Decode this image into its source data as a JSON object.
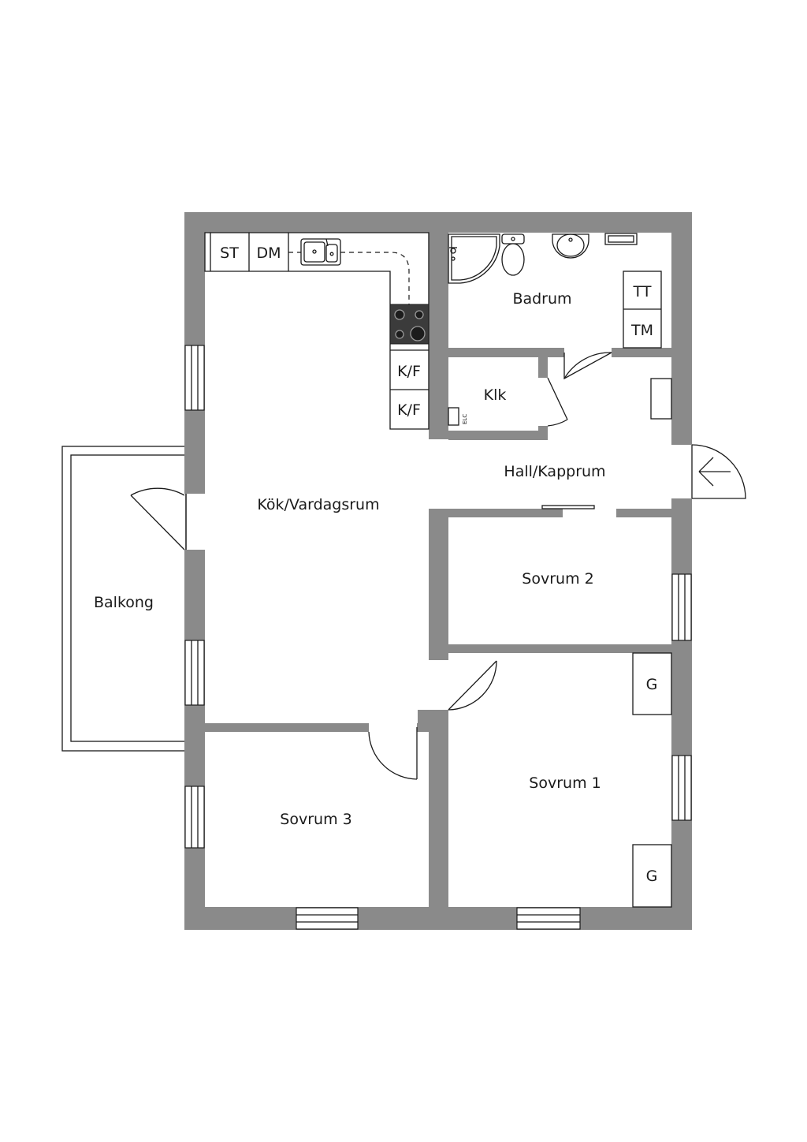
{
  "rooms": {
    "kitchen_living": "Kök/Vardagsrum",
    "bathroom": "Badrum",
    "closet": "Klk",
    "hall": "Hall/Kapprum",
    "bedroom_1": "Sovrum 1",
    "bedroom_2": "Sovrum 2",
    "bedroom_3": "Sovrum 3",
    "balcony": "Balkong"
  },
  "fixtures": {
    "stove": "ST",
    "dishwasher": "DM",
    "fridge_freezer_1": "K/F",
    "fridge_freezer_2": "K/F",
    "tumble_dryer": "TT",
    "washing_machine": "TM",
    "electrical_cabinet": "ELC",
    "wardrobe_1": "G",
    "wardrobe_2": "G"
  },
  "colors": {
    "wall": "#8a8a8a",
    "line": "#1a1a1a",
    "background": "#ffffff"
  }
}
